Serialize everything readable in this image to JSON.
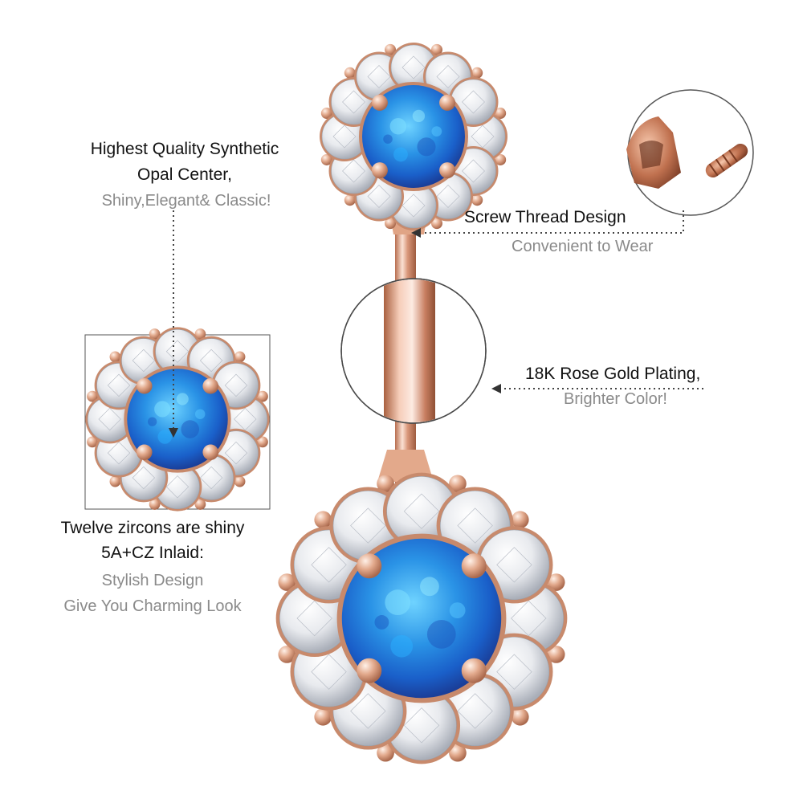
{
  "callouts": {
    "opal": {
      "line1": "Highest Quality Synthetic",
      "line2": "Opal Center,",
      "line3": "Shiny,Elegant& Classic!"
    },
    "screw": {
      "line1": "Screw Thread Design",
      "line2": "Convenient to Wear"
    },
    "plating": {
      "line1": "18K Rose Gold Plating,",
      "line2": "Brighter Color!"
    },
    "zircon": {
      "line1": "Twelve zircons are shiny",
      "line2": "5A+CZ Inlaid:",
      "line3": "Stylish Design",
      "line4": "Give You  Charming Look"
    }
  },
  "colors": {
    "opal_blue": "#1f8fe0",
    "rose_gold": "#d99a7c",
    "text_dark": "#111111",
    "text_grey": "#8a8a8a"
  }
}
